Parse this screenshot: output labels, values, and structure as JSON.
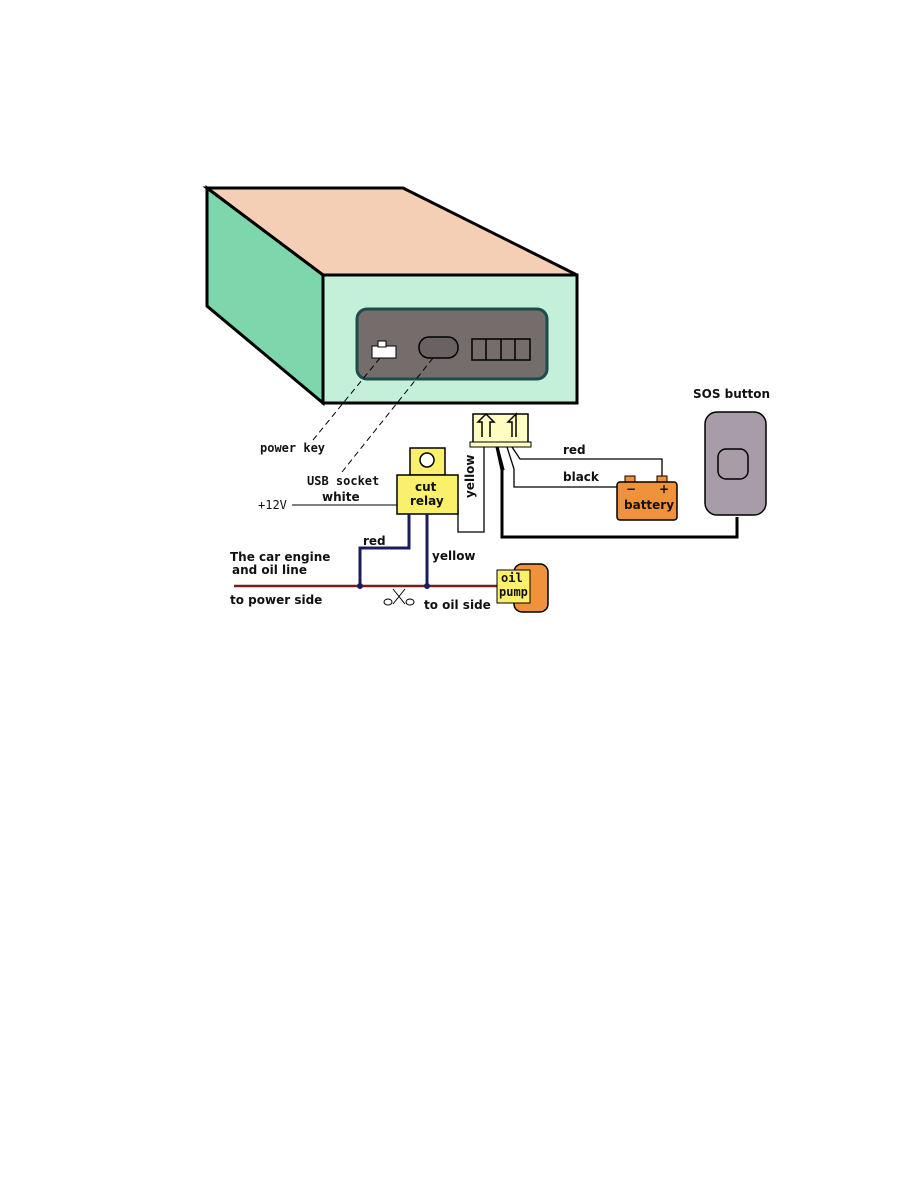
{
  "labels": {
    "power_key": "power key",
    "usb_socket": "USB socket",
    "sos_button": "SOS button",
    "red_top": "red",
    "black": "black",
    "battery": "battery",
    "battery_minus": "−",
    "battery_plus": "+",
    "yellow_vertical": "yellow",
    "cut_relay_line1": "cut",
    "cut_relay_line2": "relay",
    "plus_12v": "+12V",
    "white": "white",
    "red_relay": "red",
    "yellow_relay": "yellow",
    "engine_line1": "The car engine",
    "engine_line2": "and oil line",
    "to_power_side": "to power side",
    "to_oil_side": "to oil side",
    "oil_pump_line1": "oil",
    "oil_pump_line2": "pump"
  },
  "colors": {
    "device_top": "#f5cfb5",
    "device_side": "#7ed6ac",
    "device_front": "#c4f0da",
    "panel": "#756c6c",
    "panel_border": "#1c4d4d",
    "connector": "#fffdc2",
    "relay": "#fbf06c",
    "battery": "#f0923c",
    "sos_body": "#a89ca8",
    "oil_pump_back": "#f0923c",
    "oil_pump_front": "#fbf06c",
    "oil_line": "#7a1c1c",
    "relay_wire": "#1c1c5c"
  }
}
